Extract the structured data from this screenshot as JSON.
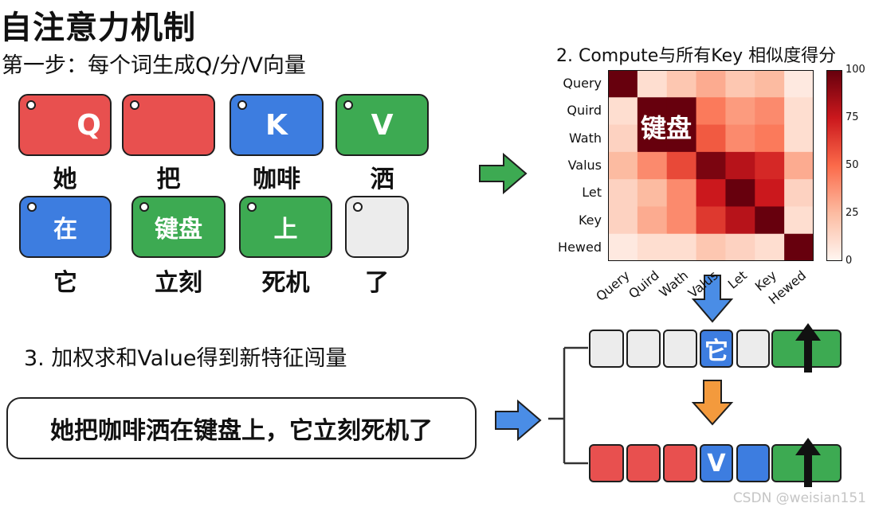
{
  "title": "自注意力机制",
  "step1": "第一步：每个词生成Q/分/V向量",
  "step2": "2. Compute与所有Key  相似度得分",
  "step3": "3. 加权求和Value得到新特征闯量",
  "colors": {
    "red": "#e8504f",
    "blue": "#3d7de0",
    "green": "#3daa52",
    "gray": "#ececec"
  },
  "tokens_row1": [
    {
      "label": "Q",
      "word": "她",
      "color": "red"
    },
    {
      "label": "",
      "word": "把",
      "color": "red"
    },
    {
      "label": "K",
      "word": "咖啡",
      "color": "blue"
    },
    {
      "label": "V",
      "word": "洒",
      "color": "green"
    }
  ],
  "tokens_row2": [
    {
      "label": "在",
      "word": "它",
      "color": "blue"
    },
    {
      "label": "键盘",
      "word": "立刻",
      "color": "green"
    },
    {
      "label": "上",
      "word": "死机",
      "color": "green"
    },
    {
      "label": "",
      "word": "了",
      "color": "gray"
    }
  ],
  "sentence": "她把咖啡洒在键盘上，它立刻死机了",
  "heatmap_overlay": "键盘",
  "chart_data": {
    "type": "heatmap",
    "title": "2. Compute与所有Key  相似度得分",
    "row_labels": [
      "Query",
      "Quird",
      "Wath",
      "Valus",
      "Let",
      "Key",
      "Hewed"
    ],
    "col_labels": [
      "Query",
      "Quird",
      "Wath",
      "Valus",
      "Let",
      "Key",
      "Hewed"
    ],
    "values": [
      [
        100,
        10,
        20,
        30,
        20,
        25,
        5
      ],
      [
        10,
        100,
        100,
        45,
        35,
        40,
        10
      ],
      [
        15,
        100,
        100,
        55,
        40,
        45,
        10
      ],
      [
        25,
        40,
        60,
        95,
        80,
        70,
        30
      ],
      [
        15,
        25,
        40,
        75,
        100,
        75,
        15
      ],
      [
        15,
        30,
        40,
        65,
        80,
        100,
        10
      ],
      [
        5,
        10,
        10,
        20,
        15,
        10,
        100
      ]
    ],
    "colorbar_range": [
      0,
      100
    ],
    "colorbar_ticks": [
      100,
      75,
      50,
      25,
      0
    ]
  },
  "sequence_top": {
    "cells": [
      {
        "label": "",
        "color": "gray"
      },
      {
        "label": "",
        "color": "gray"
      },
      {
        "label": "",
        "color": "gray"
      },
      {
        "label": "它",
        "color": "blue"
      },
      {
        "label": "",
        "color": "gray"
      },
      {
        "label": "",
        "color": "green",
        "arrow": true
      }
    ]
  },
  "sequence_bottom": {
    "cells": [
      {
        "label": "",
        "color": "red"
      },
      {
        "label": "",
        "color": "red"
      },
      {
        "label": "",
        "color": "red"
      },
      {
        "label": "V",
        "color": "blue"
      },
      {
        "label": "",
        "color": "blue"
      },
      {
        "label": "",
        "color": "green",
        "arrow": true
      }
    ]
  },
  "watermark": "CSDN @weisian151"
}
